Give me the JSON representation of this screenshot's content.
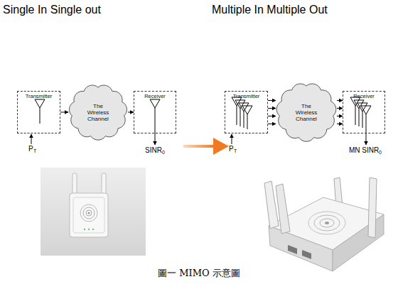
{
  "diagram": {
    "caption": "圖一 MIMO 示意圖",
    "nodes": [
      {
        "text": [
          "Transmitter"
        ]
      },
      {
        "text": [
          "The Wireless Channel"
        ]
      },
      {
        "text": [
          "Receiver"
        ]
      },
      {
        "text": [
          "Transmitter"
        ]
      },
      {
        "text": [
          "The Wireless Channel"
        ]
      },
      {
        "text": [
          "Receiver"
        ]
      }
    ],
    "edges": [
      {
        "from": 0,
        "to": 1,
        "arrow": "to"
      },
      {
        "from": 1,
        "to": 2,
        "arrow": "to"
      },
      {
        "from": 3,
        "to": 4,
        "arrow": "to"
      },
      {
        "from": 3,
        "to": 4,
        "arrow": "to"
      },
      {
        "from": 3,
        "to": 4,
        "arrow": "to"
      },
      {
        "from": 3,
        "to": 4,
        "arrow": "to"
      },
      {
        "from": 4,
        "to": 5,
        "arrow": "to"
      },
      {
        "from": 4,
        "to": 5,
        "arrow": "to"
      },
      {
        "from": 4,
        "to": 5,
        "arrow": "to"
      },
      {
        "from": 4,
        "to": 5,
        "arrow": "to"
      }
    ],
    "labels": [
      "Single In Single out",
      "Multiple In Multiple Out",
      "P",
      "T",
      "SINR",
      "0",
      "P",
      "T",
      "MN SINR",
      "0"
    ]
  }
}
